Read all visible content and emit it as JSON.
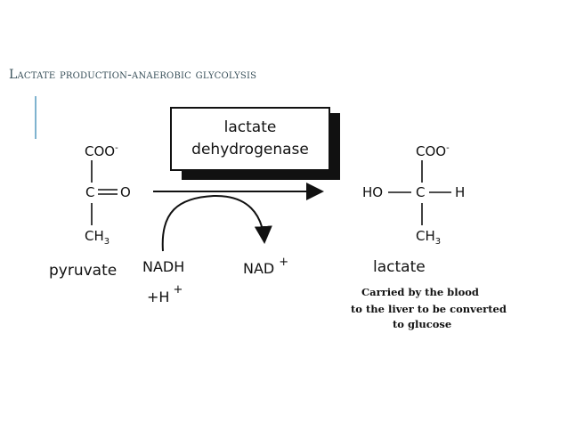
{
  "title": "Lactate production-anaerobic glycolysis",
  "enzyme": {
    "line1": "lactate",
    "line2": "dehydrogenase"
  },
  "pyruvate": {
    "top": "COO",
    "top_charge": "-",
    "carbonyl_c": "C",
    "carbonyl_o": "O",
    "methyl_c": "CH",
    "methyl_sub": "3",
    "name": "pyruvate"
  },
  "cofactor": {
    "nadh": "NADH",
    "h_plus": "+H",
    "h_plus_sup": "+",
    "nad": "NAD",
    "nad_sup": "+"
  },
  "lactate": {
    "top": "COO",
    "top_charge": "-",
    "ho": "HO",
    "c": "C",
    "h": "H",
    "methyl_c": "CH",
    "methyl_sub": "3",
    "name": "lactate"
  },
  "note": {
    "line1": "Carried by the blood",
    "line2": "to the liver to be converted",
    "line3": "to glucose"
  }
}
